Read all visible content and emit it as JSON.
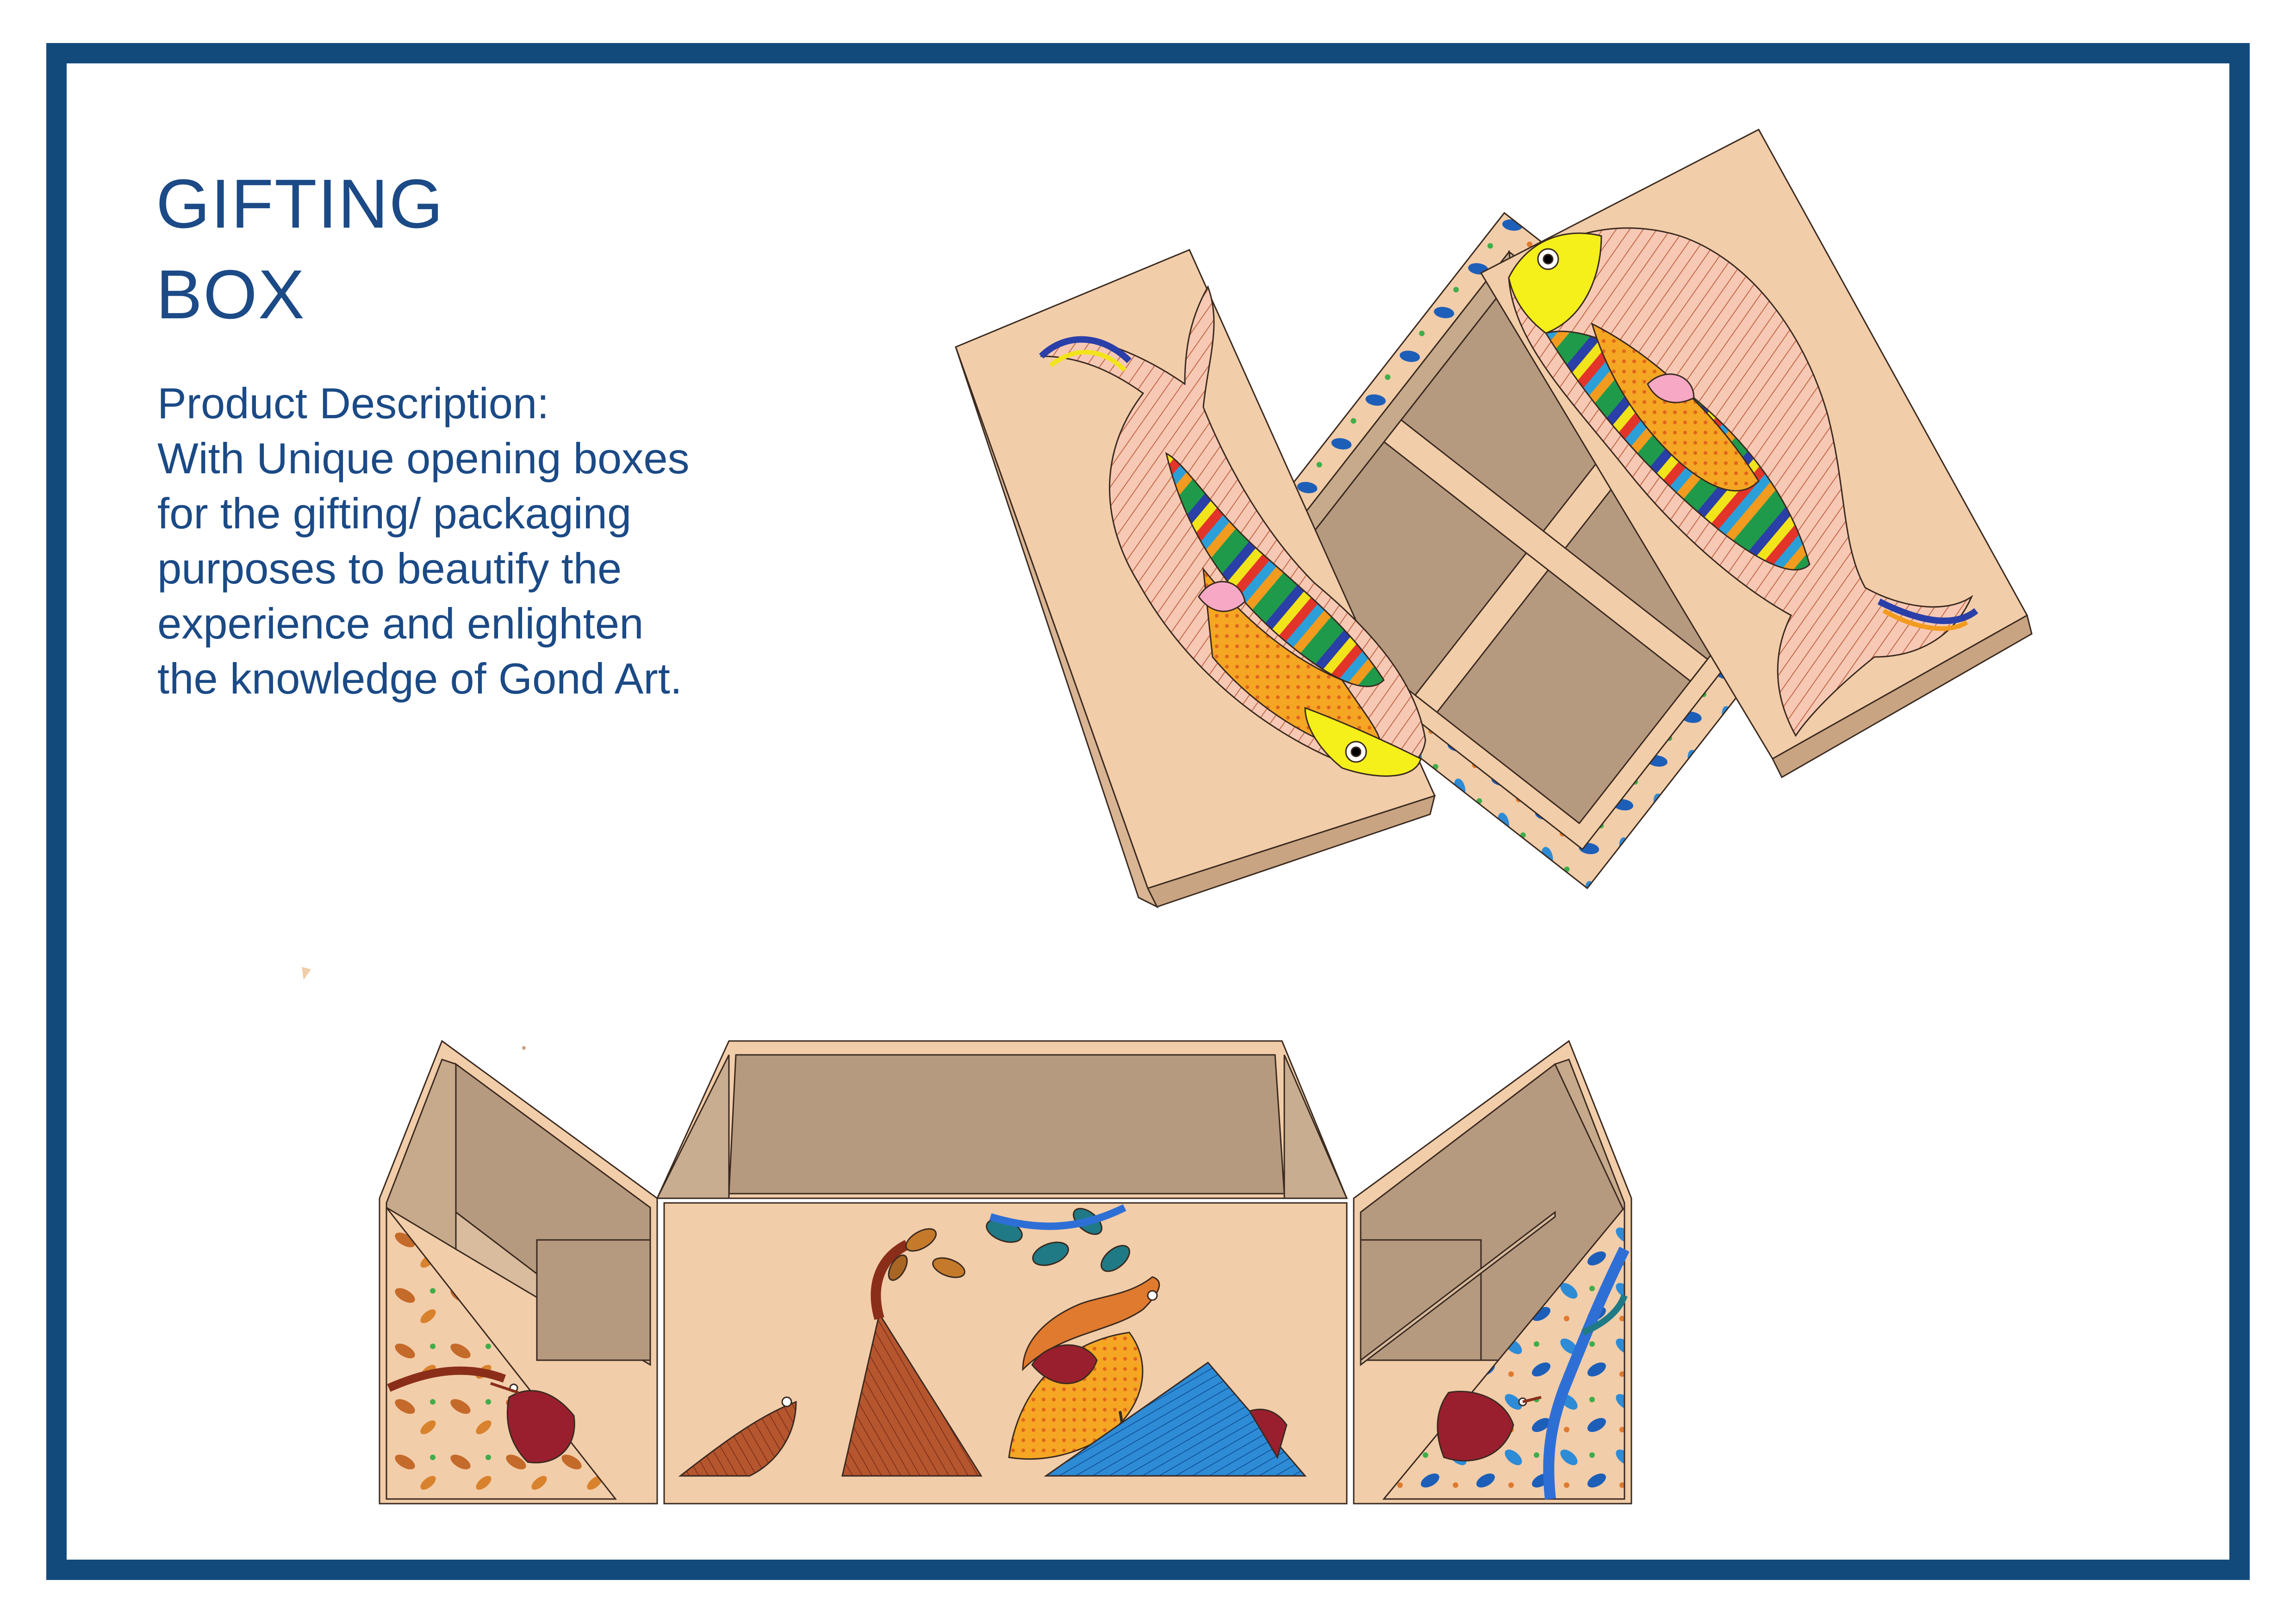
{
  "colors": {
    "border": "#134a7c",
    "text": "#1b4a86",
    "box_outer": "#f2cda9",
    "box_inner": "#b69a7f",
    "fish_yellow": "#f5ef1a",
    "fish_orange": "#f5a623",
    "gond_blue": "#2e8bd6",
    "gond_rust": "#a54a2a",
    "gond_green": "#2a9a8a"
  },
  "heading": {
    "line1": "GIFTING",
    "line2": "BOX"
  },
  "description": {
    "label": "Product Description:",
    "lines": [
      "With Unique opening boxes",
      "for the gifting/ packaging",
      "purposes to beautify the",
      "experience and enlighten",
      "the knowledge of Gond Art."
    ]
  },
  "illustrations": {
    "top": "fish-lid-gift-box-icon",
    "bottom": "unfolded-gond-box-icon"
  }
}
